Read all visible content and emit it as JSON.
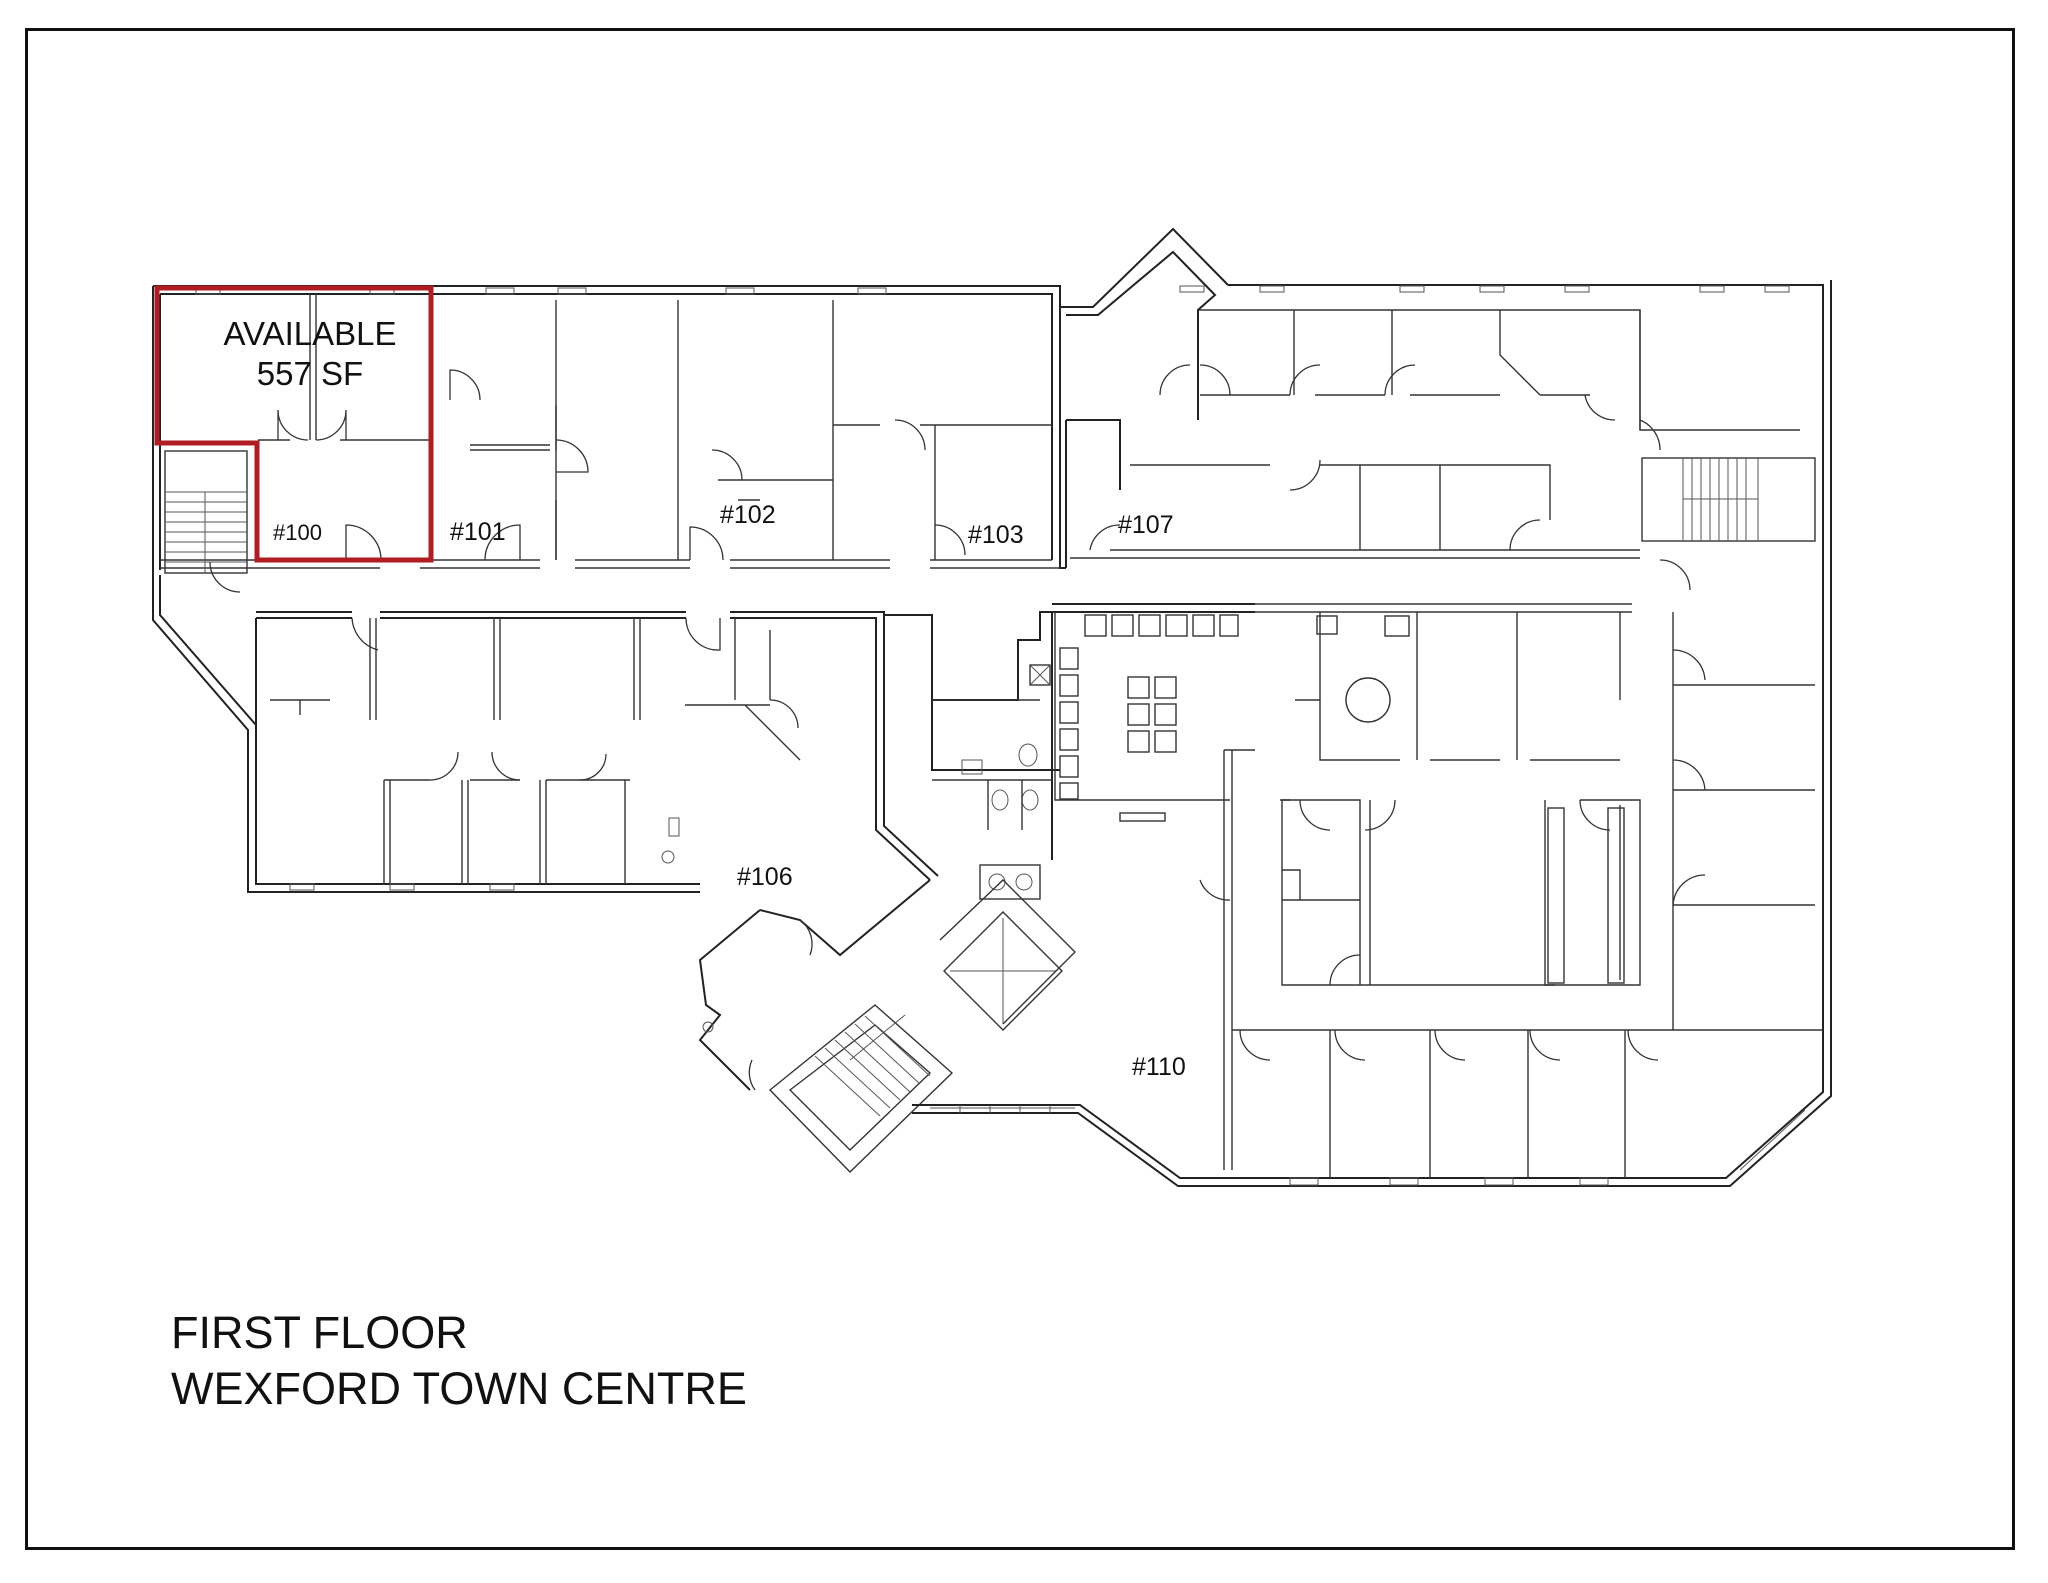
{
  "plan": {
    "highlight": {
      "status": "AVAILABLE",
      "area": "557 SF",
      "color": "#b01c22"
    },
    "rooms": [
      {
        "id": "100",
        "label": "#100"
      },
      {
        "id": "101",
        "label": "#101"
      },
      {
        "id": "102",
        "label": "#102"
      },
      {
        "id": "103",
        "label": "#103"
      },
      {
        "id": "106",
        "label": "#106"
      },
      {
        "id": "107",
        "label": "#107"
      },
      {
        "id": "110",
        "label": "#110"
      }
    ]
  },
  "title": {
    "floor": "FIRST FLOOR",
    "building": "WEXFORD TOWN CENTRE"
  }
}
